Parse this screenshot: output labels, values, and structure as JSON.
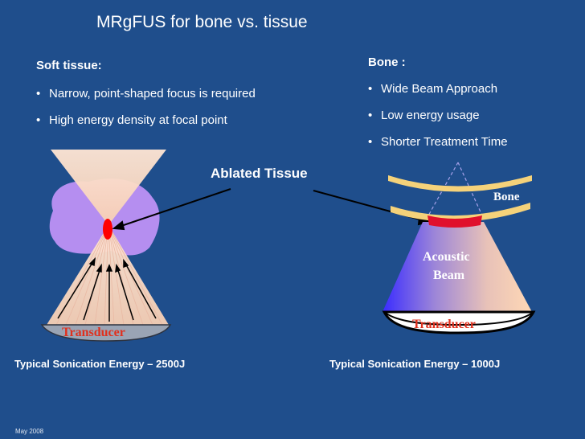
{
  "slide": {
    "title": "MRgFUS for bone vs. tissue",
    "soft_tissue": {
      "heading": "Soft tissue:",
      "bullets": [
        "Narrow, point-shaped focus is required",
        "High energy density at focal point"
      ],
      "energy_label": "Typical Sonication Energy – 2500J",
      "transducer_label": "Transducer"
    },
    "bone": {
      "heading": "Bone :",
      "bullets": [
        "Wide Beam Approach",
        "Low energy usage",
        "Shorter Treatment Time"
      ],
      "energy_label": "Typical Sonication Energy – 1000J",
      "bone_label": "Bone",
      "beam_label_line1": "Acoustic",
      "beam_label_line2": "Beam",
      "transducer_label": "Transducer"
    },
    "center_label": "Ablated Tissue",
    "footer": "May 2008",
    "bullet_glyph": "•",
    "colors": {
      "background": "#1f4e8c",
      "tissue": "#b58ef0",
      "focus": "#ff0000",
      "bone": "#f5d27a",
      "transducer_text": "#e0301e"
    }
  }
}
